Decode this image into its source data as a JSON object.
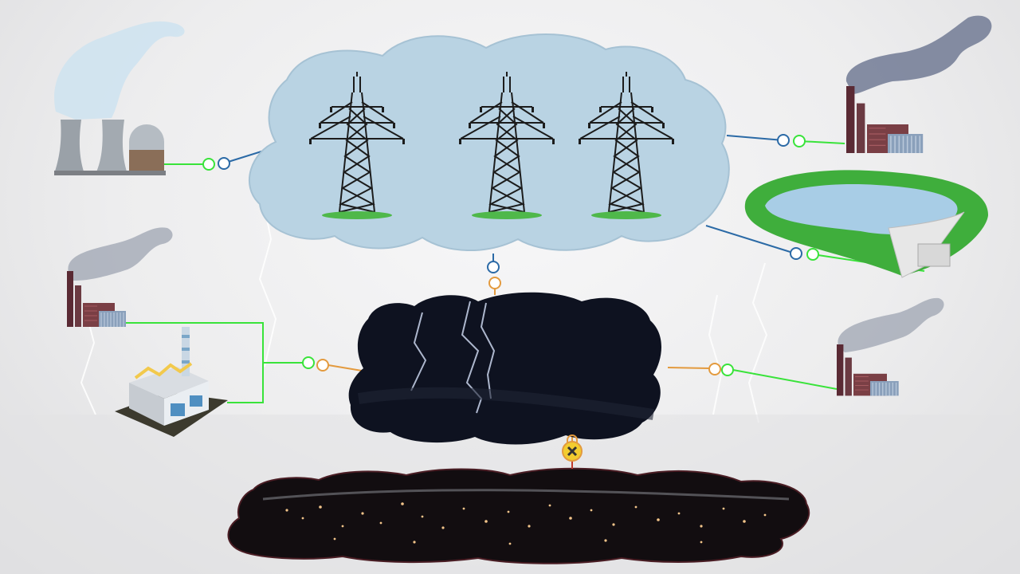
{
  "diagram": {
    "topic": "power-grid-blackout",
    "colors": {
      "background": "#ececed",
      "transmission_cloud": "#b9d3e3",
      "storm_cloud": "#0e1220",
      "city_cloud": "#120d10",
      "green_link": "#39e33a",
      "blue_link": "#2b6aa6",
      "orange_link": "#e39a3e",
      "breaker_badge": "#f2cc2f",
      "breaker_mark": "#333333",
      "lightning": "#ffffff"
    },
    "nodes": [
      {
        "id": "nuclear-plant",
        "icon": "nuclear-cooling-towers-icon"
      },
      {
        "id": "coal-plant-top-right",
        "icon": "smokestack-factory-icon"
      },
      {
        "id": "hydro-reservoir",
        "icon": "dam-reservoir-icon"
      },
      {
        "id": "coal-plant-left",
        "icon": "smokestack-factory-icon"
      },
      {
        "id": "industrial-plant",
        "icon": "factory-icon"
      },
      {
        "id": "coal-plant-right",
        "icon": "smokestack-factory-icon"
      },
      {
        "id": "transmission-grid",
        "icon": "transmission-tower-icon",
        "tower_count": 3
      },
      {
        "id": "storm-substation",
        "icon": "lightning-storm-icon"
      },
      {
        "id": "city-night",
        "icon": "city-lights-icon"
      }
    ],
    "links": [
      {
        "from": "nuclear-plant",
        "to": "transmission-grid"
      },
      {
        "from": "coal-plant-top-right",
        "to": "transmission-grid"
      },
      {
        "from": "hydro-reservoir",
        "to": "transmission-grid"
      },
      {
        "from": "transmission-grid",
        "to": "storm-substation"
      },
      {
        "from": "coal-plant-left",
        "to": "storm-substation"
      },
      {
        "from": "industrial-plant",
        "to": "storm-substation"
      },
      {
        "from": "coal-plant-right",
        "to": "storm-substation"
      },
      {
        "from": "storm-substation",
        "to": "city-night",
        "state": "broken",
        "icon": "breaker-x-icon"
      }
    ]
  }
}
